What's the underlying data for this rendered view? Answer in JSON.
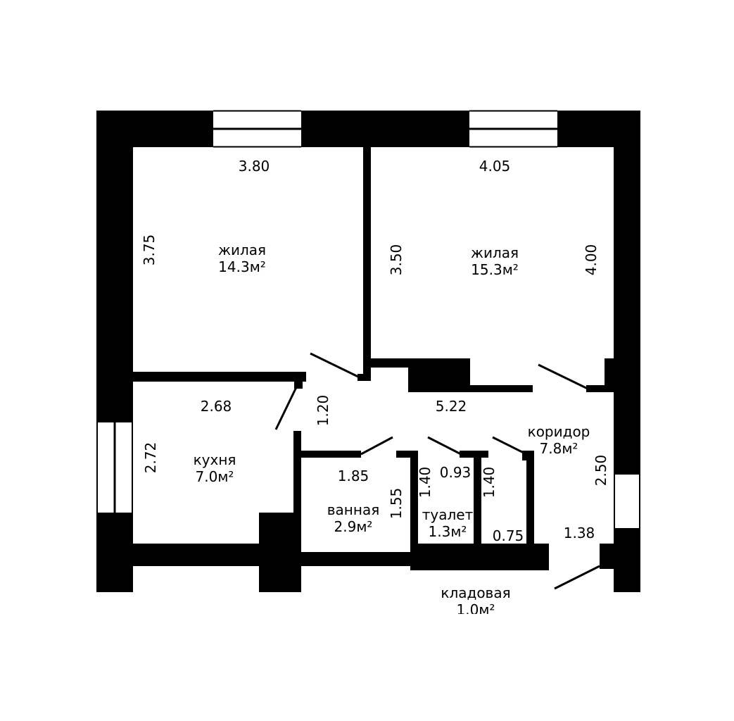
{
  "colors": {
    "wall": "#000000",
    "background": "#ffffff"
  },
  "rooms": {
    "living1": {
      "name": "жилая",
      "area": "14.3м²"
    },
    "living2": {
      "name": "жилая",
      "area": "15.3м²"
    },
    "kitchen": {
      "name": "кухня",
      "area": "7.0м²"
    },
    "corridor": {
      "name": "коридор",
      "area": "7.8м²"
    },
    "bathroom": {
      "name": "ванная",
      "area": "2.9м²"
    },
    "toilet": {
      "name": "туалет",
      "area": "1.3м²"
    },
    "storage": {
      "name": "кладовая",
      "area": "1.0м²"
    }
  },
  "dimensions": {
    "living1_width": "3.80",
    "living1_height": "3.75",
    "living2_width": "4.05",
    "living2_left": "3.50",
    "living2_right": "4.00",
    "kitchen_width": "2.68",
    "kitchen_height": "2.72",
    "passage": "1.20",
    "corridor_length": "5.22",
    "corridor_side": "2.50",
    "bath_width": "1.85",
    "bath_height": "1.55",
    "toilet_left": "1.40",
    "toilet_width": "0.93",
    "toilet_right": "1.40",
    "closet_width": "0.75",
    "storage_width": "1.38"
  }
}
